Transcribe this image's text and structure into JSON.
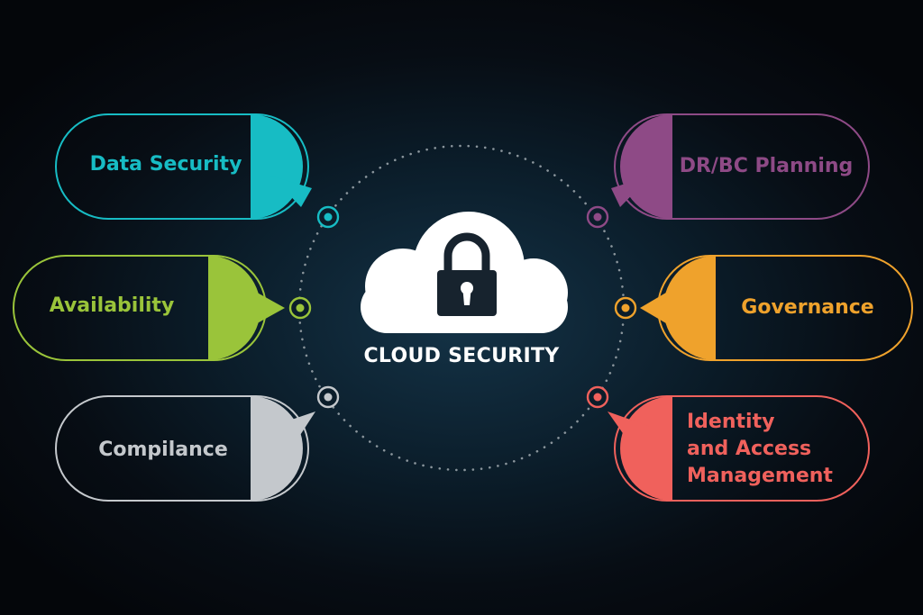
{
  "diagram": {
    "center": {
      "title": "CLOUD SECURITY",
      "icon": "cloud-lock-icon",
      "cloud_color": "#ffffff",
      "lock_color": "#17232e"
    },
    "items": [
      {
        "id": "data-security",
        "side": "left",
        "lines": [
          "Data Security"
        ],
        "color": "#17bcc4"
      },
      {
        "id": "availability",
        "side": "left",
        "lines": [
          "Availability"
        ],
        "color": "#9ac43a"
      },
      {
        "id": "compliance",
        "side": "left",
        "lines": [
          "Compilance"
        ],
        "color": "#c4c8cc"
      },
      {
        "id": "dr-bc-planning",
        "side": "right",
        "lines": [
          "DR/BC Planning"
        ],
        "color": "#8e4a86"
      },
      {
        "id": "governance",
        "side": "right",
        "lines": [
          "Governance"
        ],
        "color": "#efa22c"
      },
      {
        "id": "identity-access",
        "side": "right",
        "lines": [
          "Identity",
          "and Access",
          "Management"
        ],
        "color": "#f0615c"
      }
    ],
    "ring": {
      "style": "dotted",
      "color": "#8a959c"
    },
    "background": "#0b1d2a"
  }
}
